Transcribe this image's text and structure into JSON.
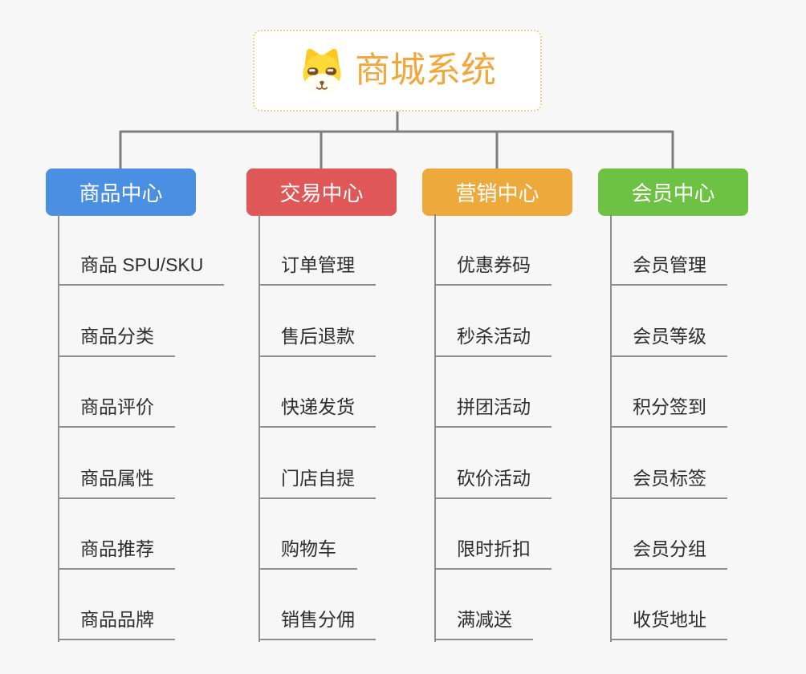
{
  "canvas": {
    "background": "#f7f7f7"
  },
  "root": {
    "title": "商城系统",
    "title_color": "#F0A73C",
    "border_color": "#F6D093",
    "icon": "dog-face-icon"
  },
  "connectors": {
    "trunk_color": "#7d7d7d",
    "child_line_color": "#8f8f8f"
  },
  "styles": {
    "leaf_text_color": "#2d2d2d"
  },
  "branches": [
    {
      "label": "商品中心",
      "color": "#4B8FE2",
      "children": [
        "商品 SPU/SKU",
        "商品分类",
        "商品评价",
        "商品属性",
        "商品推荐",
        "商品品牌"
      ]
    },
    {
      "label": "交易中心",
      "color": "#E05757",
      "children": [
        "订单管理",
        "售后退款",
        "快递发货",
        "门店自提",
        "购物车",
        "销售分佣"
      ]
    },
    {
      "label": "营销中心",
      "color": "#EDA93C",
      "children": [
        "优惠券码",
        "秒杀活动",
        "拼团活动",
        "砍价活动",
        "限时折扣",
        "满减送"
      ]
    },
    {
      "label": "会员中心",
      "color": "#6DC143",
      "children": [
        "会员管理",
        "会员等级",
        "积分签到",
        "会员标签",
        "会员分组",
        "收货地址"
      ]
    }
  ]
}
